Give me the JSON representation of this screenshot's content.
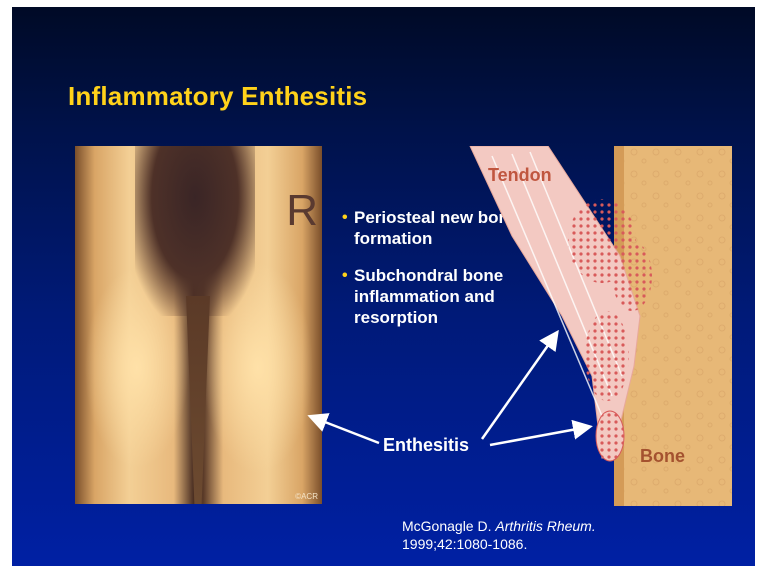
{
  "slide": {
    "title": "Inflammatory Enthesitis",
    "bullets": [
      "Periosteal new bone formation",
      "Subchondral bone inflammation and resorption"
    ],
    "bullet_glyph": "•",
    "photo": {
      "side_marker": "R",
      "copyright": "©ACR"
    },
    "diagram": {
      "tendon_label": "Tendon",
      "bone_label": "Bone"
    },
    "callout_label": "Enthesitis",
    "citation": {
      "author": "McGonagle D.",
      "journal": "Arthritis Rheum.",
      "details": "1999;42:1080-1086."
    }
  },
  "colors": {
    "title": "#ffd21a",
    "text": "#ffffff",
    "background_top": "#000a26",
    "background_bottom": "#0020a4",
    "bone": "#e7b877",
    "tendon": "#f3c9c2",
    "inflammation": "#d85a5a"
  }
}
